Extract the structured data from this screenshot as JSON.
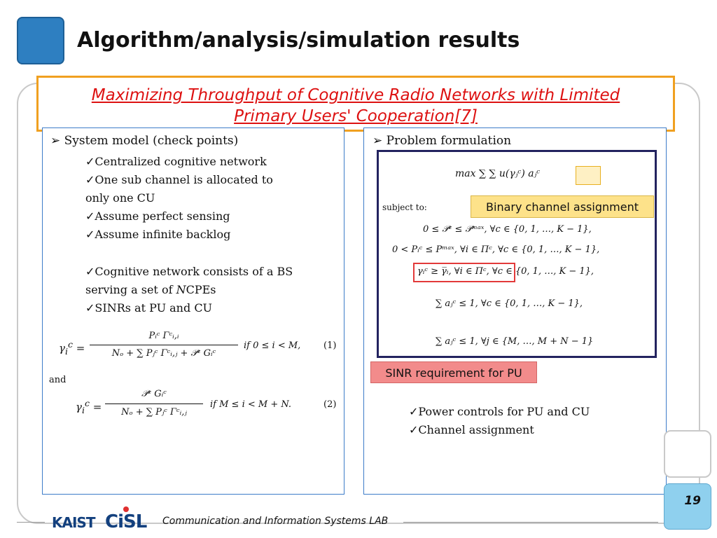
{
  "slide": {
    "title": "Algorithm/analysis/simulation results",
    "subtitle_line1": "Maximizing Throughput of Cognitive Radio Networks with Limited",
    "subtitle_line2": "Primary Users' Cooperation[7]",
    "page_number": "19",
    "footer": "Communication and Information Systems LAB",
    "logo_kaist": "KAIST",
    "logo_cisl": "CiSL"
  },
  "left": {
    "heading": "System model (check points)",
    "items": [
      "Centralized cognitive network",
      "One sub channel is allocated to",
      "only one CU",
      "Assume perfect sensing",
      "Assume infinite backlog",
      "Cognitive network consists of a BS",
      "serving a set of",
      "N",
      "CPEs",
      "SINRs at PU and CU"
    ],
    "eq1_num": "Pᵢᶜ Γᶜᵢ,ᵢ",
    "eq1_den": "Nₒ + ∑ Pⱼᶜ Γᶜᵢ,ⱼ + 𝒫ᶜ Gᵢᶜ",
    "eq1_cond": "if 0 ≤ i < M,",
    "eq1_tag": "(1)",
    "and": "and",
    "eq2_num": "𝒫ᶜ Gᵢᶜ",
    "eq2_den": "Nₒ + ∑ Pⱼᶜ Γᶜᵢ,ⱼ",
    "eq2_cond": "if M ≤ i < M + N.",
    "eq2_tag": "(2)"
  },
  "right": {
    "heading": "Problem formulation",
    "objective": "max ∑ ∑ u(γⱼᶜ) aⱼᶜ",
    "subject_to": "subject to:",
    "c1": "0 ≤ 𝒫ᶜ ≤ 𝒫ᵐᵃˣ,   ∀c ∈ {0, 1, …, K − 1},",
    "c2": "0 < Pᵢᶜ ≤ Pᵐᵃˣ,   ∀i ∈ Πᶜ, ∀c ∈ {0, 1, …, K − 1},",
    "c3": "γᵢᶜ ≥ γ̅ᵢ,   ∀i ∈ Πᶜ,  ∀c ∈ {0, 1, …, K − 1},",
    "c4": "∑ aⱼᶜ ≤ 1,   ∀c ∈ {0, 1, …, K − 1},",
    "c5": "∑ aⱼᶜ ≤ 1,   ∀j ∈ {M, …, M + N − 1}",
    "callout_binary": "Binary channel assignment",
    "callout_sinr": "SINR requirement for PU",
    "items": [
      "Power controls for PU and CU",
      "Channel assignment"
    ]
  }
}
